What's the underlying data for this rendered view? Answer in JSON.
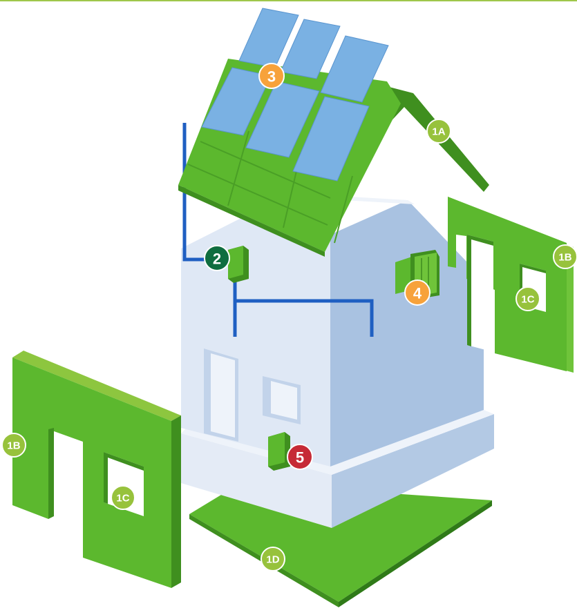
{
  "colors": {
    "green_light": "#8dc63f",
    "green_main": "#5cb82e",
    "green_dark": "#3f8f1f",
    "badge_lime": "#97c23c",
    "badge_orange": "#f7a23b",
    "badge_darkgreen": "#0f6d3f",
    "badge_red": "#c62a36",
    "pipe_blue": "#1f5fc2",
    "panel_blue": "#7ab1e3",
    "house_light": "#dfe8f5",
    "house_mid": "#b9cde6",
    "house_dark": "#9bb6d8"
  },
  "badges": {
    "roof_1a": "1A",
    "wall_right_1b": "1B",
    "wall_right_1c": "1C",
    "wall_left_1b": "1B",
    "wall_left_1c": "1C",
    "floor_1d": "1D",
    "unit_2": "2",
    "solar_3": "3",
    "unit_4": "4",
    "unit_5": "5"
  }
}
